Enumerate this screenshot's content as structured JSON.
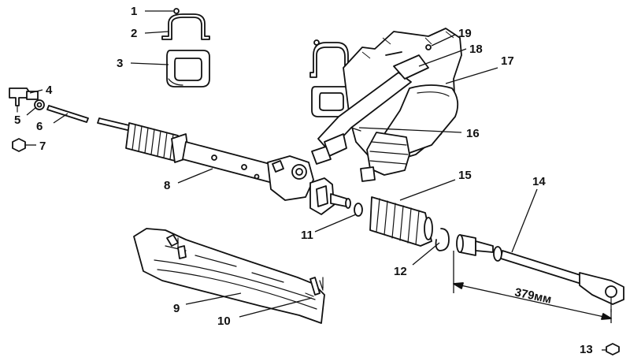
{
  "callouts": [
    "1",
    "2",
    "3",
    "4",
    "5",
    "6",
    "7",
    "8",
    "9",
    "10",
    "11",
    "12",
    "13",
    "14",
    "15",
    "16",
    "17",
    "18",
    "19"
  ],
  "dimension_label": "379мм"
}
